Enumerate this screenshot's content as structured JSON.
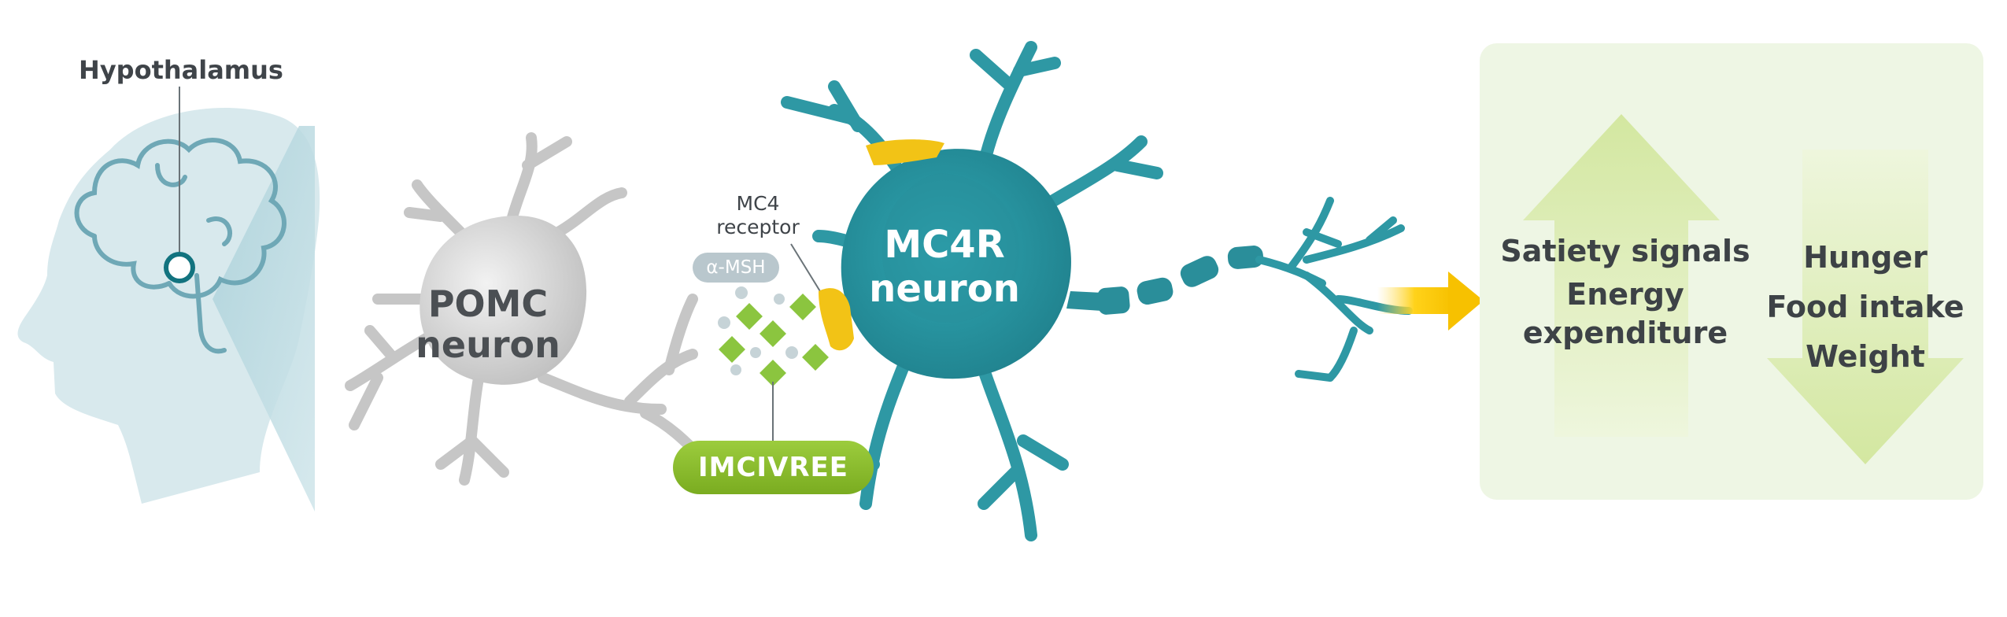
{
  "brain": {
    "label": "Hypothalamus"
  },
  "pomc": {
    "label_line1": "POMC",
    "label_line2": "neuron"
  },
  "receptor": {
    "label_line1": "MC4",
    "label_line2": "receptor"
  },
  "ligand": {
    "label": "α-MSH"
  },
  "mc4r": {
    "label_line1": "MC4R",
    "label_line2": "neuron"
  },
  "drug": {
    "label": "IMCIVREE"
  },
  "effects": {
    "increase": [
      "Satiety signals",
      "Energy",
      "expenditure"
    ],
    "decrease": [
      "Hunger",
      "Food intake",
      "Weight"
    ]
  },
  "colors": {
    "head": "#d3e6ea",
    "brain_outline": "#6fa8b6",
    "pomc_neuron": "#c9c9c9",
    "mc4r_neuron": "#2e9aa6",
    "receptor": "#f2c316",
    "drug": "#8bbd2e",
    "arrow": "#ffcc00",
    "effects_panel": "#eef6e4",
    "effect_arrows": "#d9eaa9"
  }
}
